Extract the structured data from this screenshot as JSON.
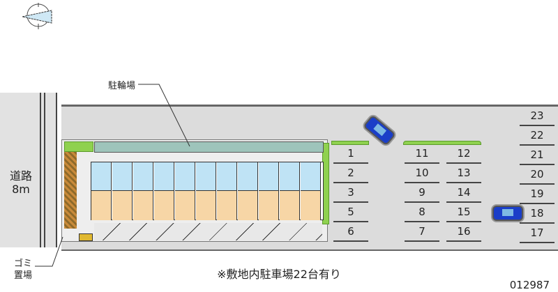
{
  "compass": {
    "icon": "north-arrow-icon"
  },
  "road": {
    "label_line1": "道路",
    "label_line2": "8m"
  },
  "labels": {
    "bicycle_parking": "駐輪場",
    "garbage_line1": "ゴミ",
    "garbage_line2": "置場"
  },
  "building": {
    "unit_count": 11
  },
  "parking": {
    "left_column": [
      "1",
      "2",
      "3",
      "5",
      "6"
    ],
    "middle_left_column": [
      "11",
      "10",
      "9",
      "8",
      "7"
    ],
    "middle_right_column": [
      "12",
      "13",
      "14",
      "15",
      "16"
    ],
    "right_column": [
      "23",
      "22",
      "21",
      "20",
      "19",
      "18",
      "17"
    ]
  },
  "footer": {
    "note": "※敷地内駐車場22台有り",
    "code": "012987"
  },
  "colors": {
    "car": "#1a3ec8",
    "greenery": "#8fd14f",
    "wet_area": "#bfe3f5",
    "room": "#f7d6a6"
  }
}
